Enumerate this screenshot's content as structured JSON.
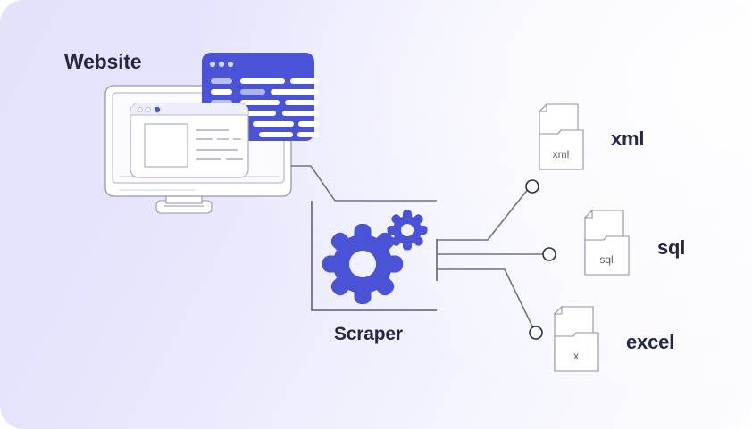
{
  "illustration": {
    "title": "Website scraping data flow",
    "background": {
      "gradient_start": "#e3e2fb",
      "gradient_end": "#fcfcff",
      "corner_radius": "26px"
    },
    "accent_color": "#4a52d6",
    "line_color": "#6e7191",
    "outline_color": "#8f92ab",
    "text_color": "#252746",
    "labels": {
      "website": "Website",
      "scraper": "Scraper",
      "xml": "xml",
      "sql": "sql",
      "excel": "excel"
    },
    "file_icons": [
      {
        "name": "xml-file-icon",
        "caption": "xml",
        "label": "xml"
      },
      {
        "name": "sql-file-icon",
        "caption": "sql",
        "label": "sql"
      },
      {
        "name": "excel-file-icon",
        "caption": "x",
        "label": "excel"
      }
    ],
    "code_window": {
      "name": "code-editor-window",
      "dots": 3,
      "dot_color": "#cfd2f5",
      "background": "#4a52d6",
      "bar_color": "#ffffff",
      "bar_muted_color": "#a8adea"
    },
    "monitor": {
      "name": "desktop-monitor",
      "browser_window_title_dot_color": "#4a52d6"
    },
    "gears": {
      "large": {
        "teeth": 8,
        "color": "#4a52d6"
      },
      "small": {
        "teeth": 8,
        "color": "#4a52d6"
      }
    },
    "connectors": {
      "node_count": 3,
      "node_fill": "#ffffff",
      "node_stroke": "#2b2e4a"
    }
  }
}
